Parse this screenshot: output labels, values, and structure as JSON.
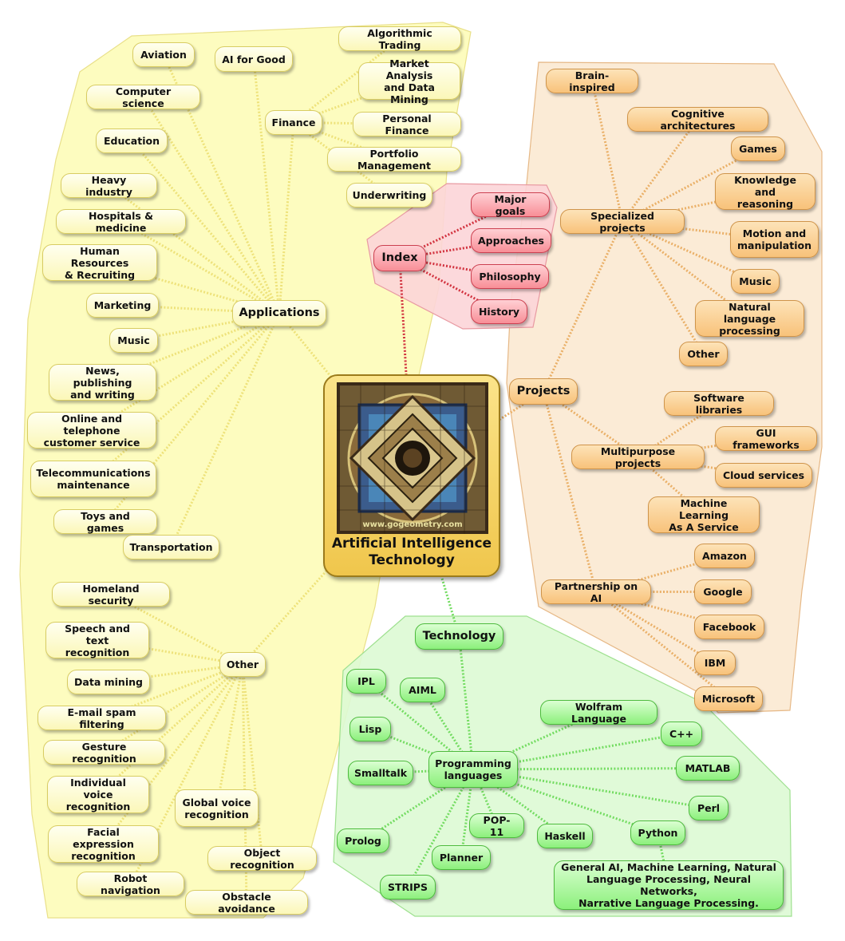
{
  "center": {
    "title": "Artificial Intelligence\nTechnology",
    "watermark": "www.gogeometry.com"
  },
  "colors": {
    "applications": "#fdfbb4",
    "projects": "#fbe9d2",
    "index": "#fcd5d8",
    "technology": "#ddf9d4",
    "center": "#f3cc55"
  },
  "branches": {
    "applications": {
      "label": "Applications",
      "children": {
        "aviation": "Aviation",
        "computer_science": "Computer science",
        "education": "Education",
        "heavy_industry": "Heavy industry",
        "hospitals": "Hospitals & medicine",
        "hr": "Human Resources\n& Recruiting",
        "marketing": "Marketing",
        "music": "Music",
        "news": "News, publishing\nand writing",
        "online": "Online and telephone\ncustomer service",
        "telecom": "Telecommunications\nmaintenance",
        "toys": "Toys and games",
        "transportation": "Transportation",
        "ai_for_good": "AI for Good"
      },
      "finance": {
        "label": "Finance",
        "children": {
          "algo": "Algorithmic Trading",
          "market": "Market Analysis\nand Data Mining",
          "personal": "Personal Finance",
          "portfolio": "Portfolio Management",
          "underwriting": "Underwriting"
        }
      },
      "other": {
        "label": "Other",
        "children": {
          "homeland": "Homeland security",
          "speech": "Speech and text\nrecognition",
          "datamining": "Data mining",
          "spam": "E-mail spam filtering",
          "gesture": "Gesture recognition",
          "voice": "Individual voice\nrecognition",
          "global_voice": "Global voice\nrecognition",
          "facial": "Facial expression\nrecognition",
          "object": "Object recognition",
          "robot": "Robot navigation",
          "obstacle": "Obstacle avoidance"
        }
      }
    },
    "index": {
      "label": "Index",
      "children": {
        "goals": "Major goals",
        "approaches": "Approaches",
        "philosophy": "Philosophy",
        "history": "History"
      }
    },
    "projects": {
      "label": "Projects",
      "specialized": {
        "label": "Specialized projects",
        "children": {
          "brain": "Brain-inspired",
          "cognitive": "Cognitive architectures",
          "games": "Games",
          "knowledge": "Knowledge and\nreasoning",
          "motion": "Motion and\nmanipulation",
          "music": "Music",
          "nlp": "Natural language\nprocessing",
          "other": "Other"
        }
      },
      "multipurpose": {
        "label": "Multipurpose projects",
        "children": {
          "software": "Software libraries",
          "gui": "GUI frameworks",
          "cloud": "Cloud services",
          "mlaas": "Machine Learning\nAs A Service"
        }
      },
      "partnership": {
        "label": "Partnership on AI",
        "children": {
          "amazon": "Amazon",
          "google": "Google",
          "facebook": "Facebook",
          "ibm": "IBM",
          "microsoft": "Microsoft"
        }
      }
    },
    "technology": {
      "label": "Technology",
      "programming": {
        "label": "Programming\nlanguages",
        "children": {
          "ipl": "IPL",
          "aiml": "AIML",
          "lisp": "Lisp",
          "smalltalk": "Smalltalk",
          "prolog": "Prolog",
          "strips": "STRIPS",
          "planner": "Planner",
          "pop11": "POP-11",
          "haskell": "Haskell",
          "python": "Python",
          "wolfram": "Wolfram Language",
          "cpp": "C++",
          "matlab": "MATLAB",
          "perl": "Perl"
        },
        "python_uses": "General AI, Machine Learning, Natural\nLanguage Processing, Neural Networks,\nNarrative Language Processing."
      }
    }
  }
}
